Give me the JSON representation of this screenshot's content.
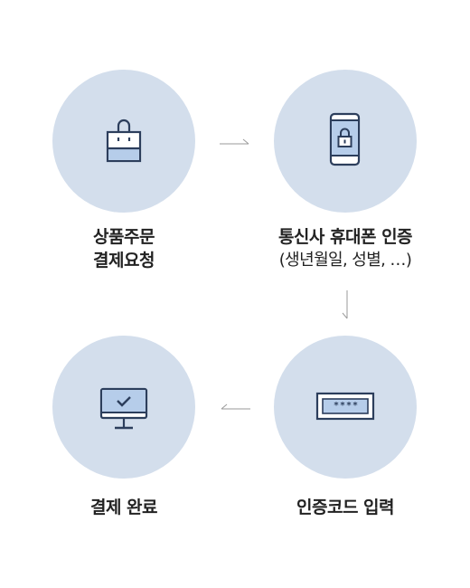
{
  "steps": [
    {
      "title_line1": "상품주문",
      "title_line2": "결제요청",
      "icon": "shopping-bag-icon"
    },
    {
      "title_line1": "통신사 휴대폰 인증",
      "title_line2": "(생년월일, 성별, …)",
      "icon": "locked-phone-icon"
    },
    {
      "title_line1": "인증코드 입력",
      "icon": "password-field-icon",
      "code_mask": "****"
    },
    {
      "title_line1": "결제 완료",
      "icon": "monitor-check-icon"
    }
  ],
  "colors": {
    "circle": "#d3deec",
    "icon_stroke": "#2c3e5c",
    "icon_fill": "#b6cdea",
    "arrow": "#9a9a9a"
  }
}
